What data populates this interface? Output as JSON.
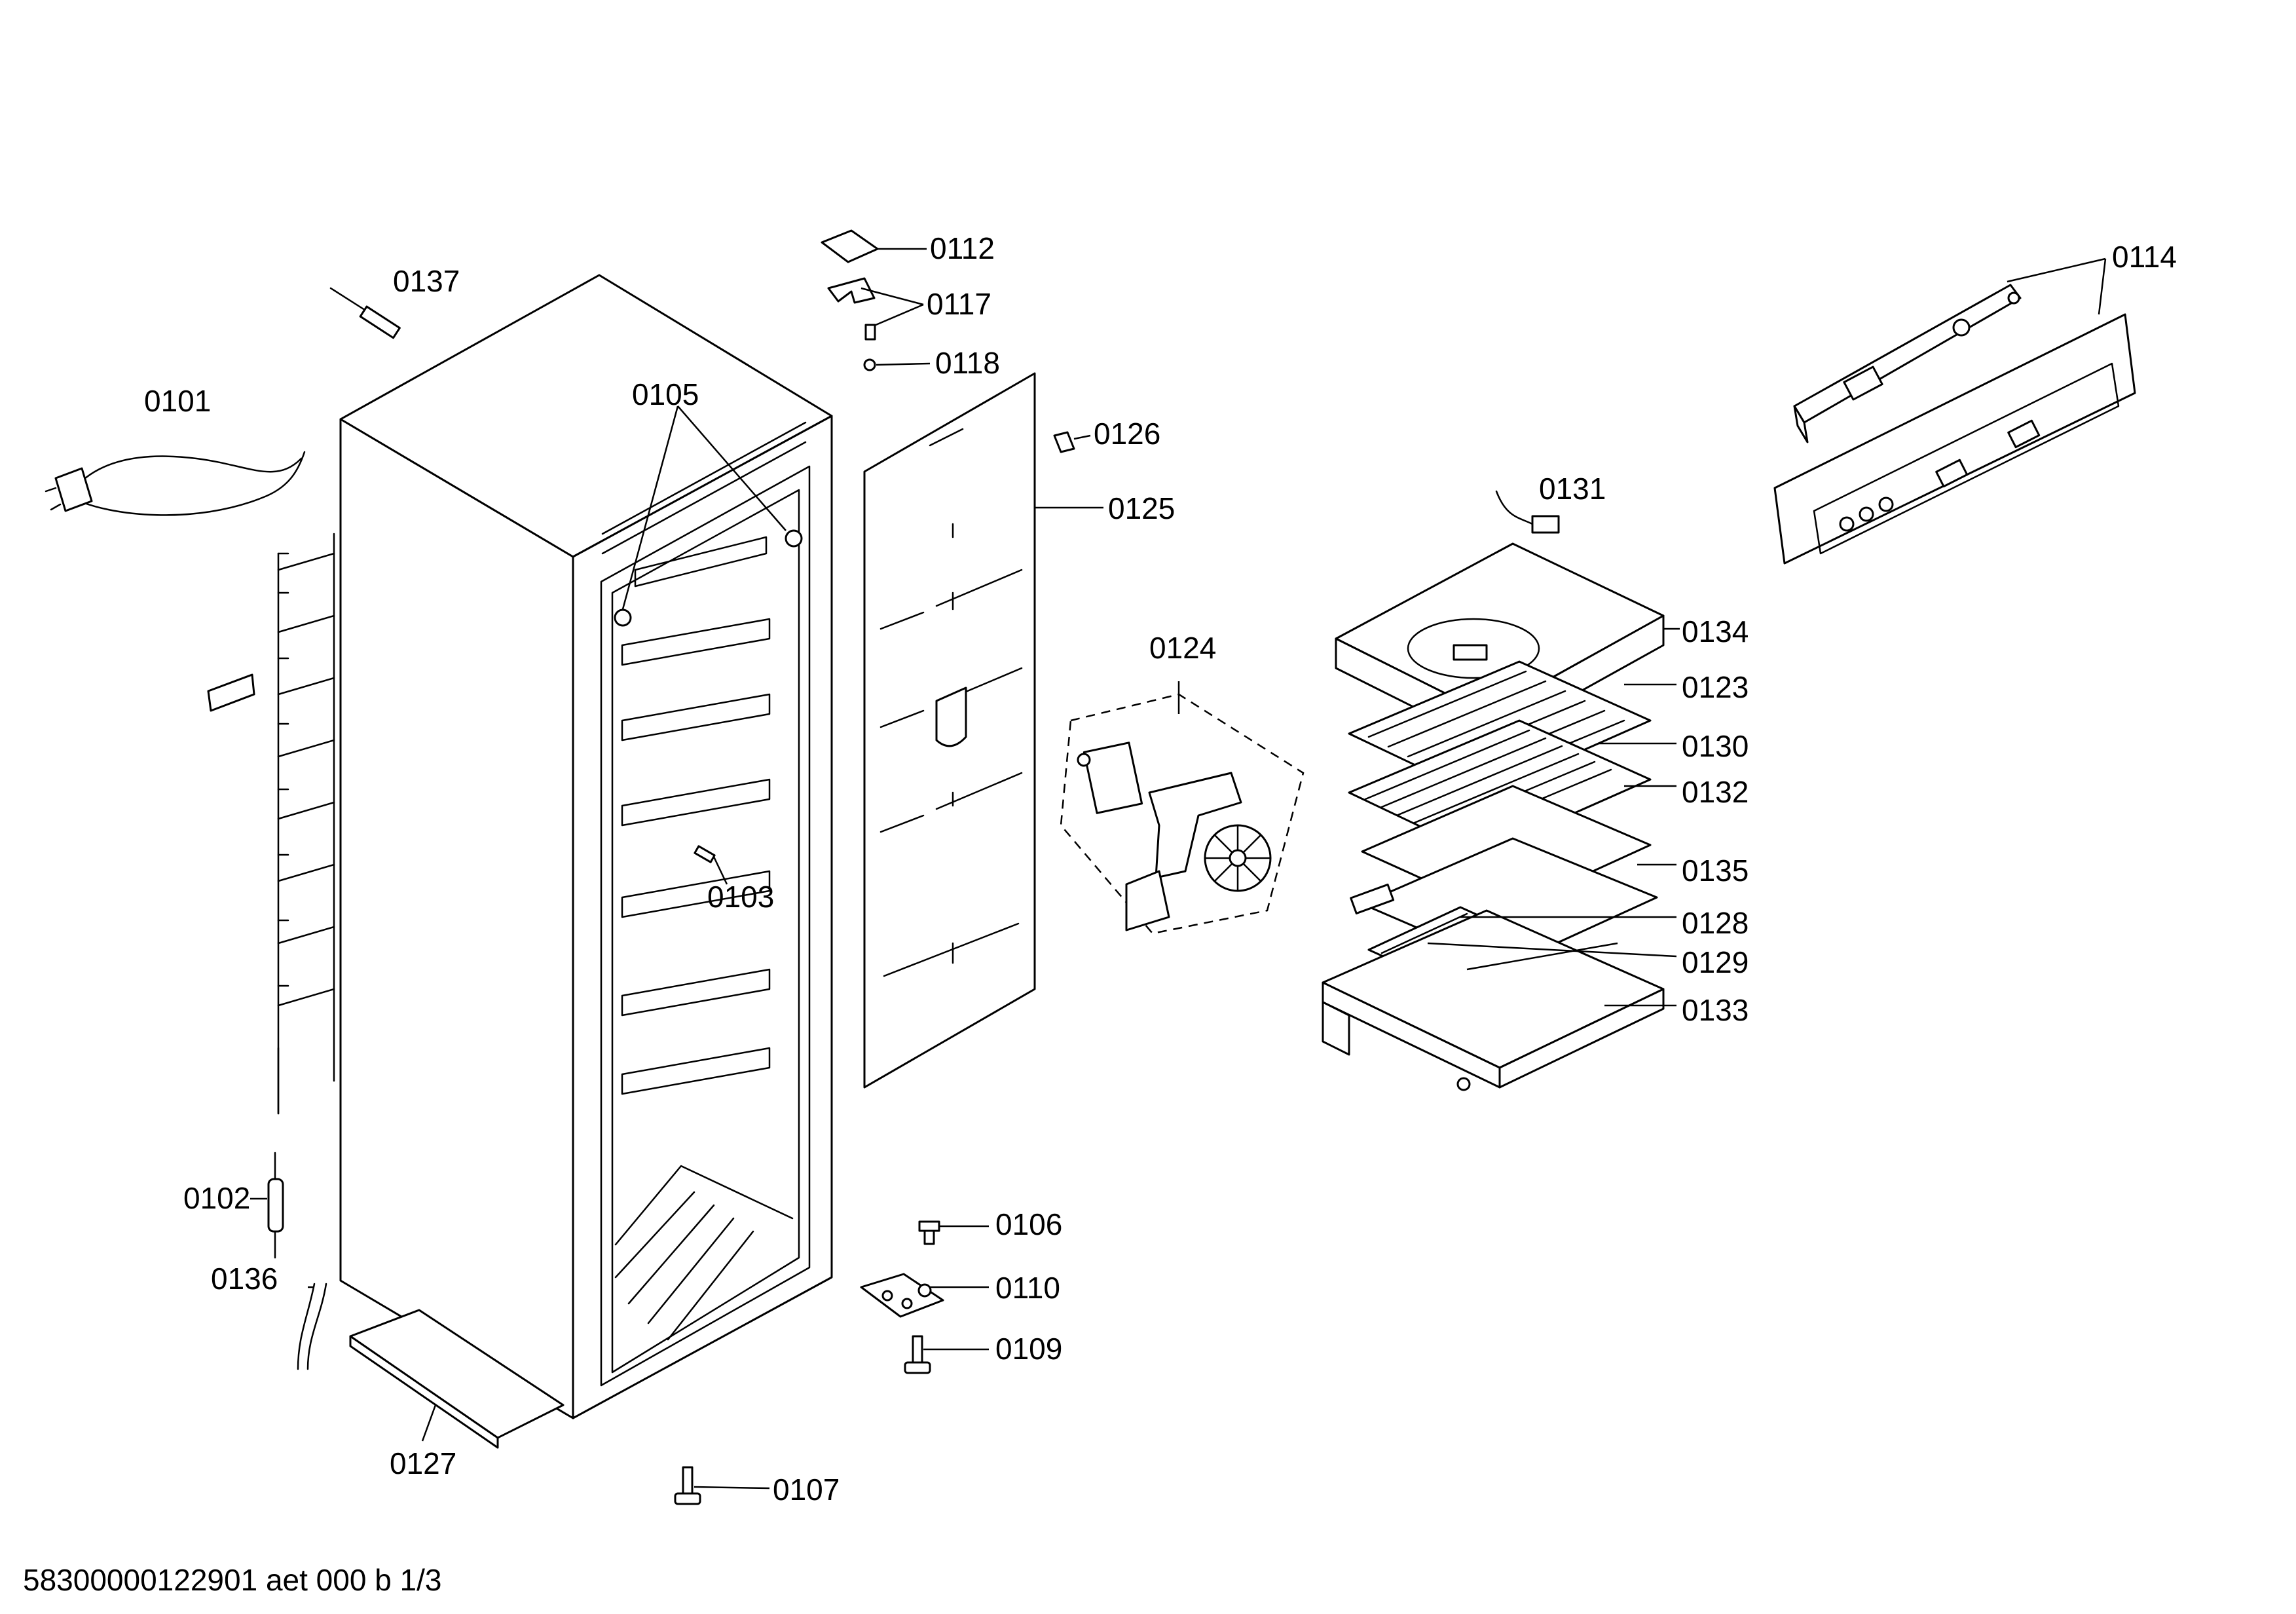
{
  "diagram": {
    "footer": "58300000122901 aet 000 b 1/3",
    "labels": [
      {
        "id": "0101",
        "text": "0101"
      },
      {
        "id": "0102",
        "text": "0102"
      },
      {
        "id": "0103",
        "text": "0103"
      },
      {
        "id": "0105",
        "text": "0105"
      },
      {
        "id": "0106",
        "text": "0106"
      },
      {
        "id": "0107",
        "text": "0107"
      },
      {
        "id": "0109",
        "text": "0109"
      },
      {
        "id": "0110",
        "text": "0110"
      },
      {
        "id": "0112",
        "text": "0112"
      },
      {
        "id": "0114",
        "text": "0114"
      },
      {
        "id": "0117",
        "text": "0117"
      },
      {
        "id": "0118",
        "text": "0118"
      },
      {
        "id": "0123",
        "text": "0123"
      },
      {
        "id": "0124",
        "text": "0124"
      },
      {
        "id": "0125",
        "text": "0125"
      },
      {
        "id": "0126",
        "text": "0126"
      },
      {
        "id": "0127",
        "text": "0127"
      },
      {
        "id": "0128",
        "text": "0128"
      },
      {
        "id": "0129",
        "text": "0129"
      },
      {
        "id": "0130",
        "text": "0130"
      },
      {
        "id": "0131",
        "text": "0131"
      },
      {
        "id": "0132",
        "text": "0132"
      },
      {
        "id": "0133",
        "text": "0133"
      },
      {
        "id": "0134",
        "text": "0134"
      },
      {
        "id": "0135",
        "text": "0135"
      },
      {
        "id": "0136",
        "text": "0136"
      },
      {
        "id": "0137",
        "text": "0137"
      }
    ]
  }
}
